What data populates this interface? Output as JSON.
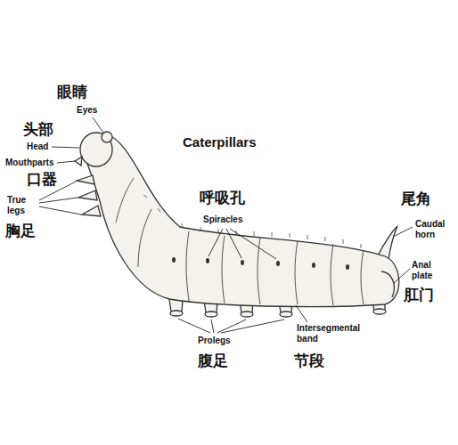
{
  "diagram": {
    "title": "Caterpillars",
    "labels": [
      "眼睛",
      "Eyes",
      "头部",
      "Head",
      "Mouthparts",
      "口器",
      "True legs",
      "胸足",
      "呼吸孔",
      "Spiracles",
      "尾角",
      "Caudal horn",
      "Anal plate",
      "肛门",
      "Prolegs",
      "腹足",
      "Intersegmental band",
      "节段"
    ]
  }
}
